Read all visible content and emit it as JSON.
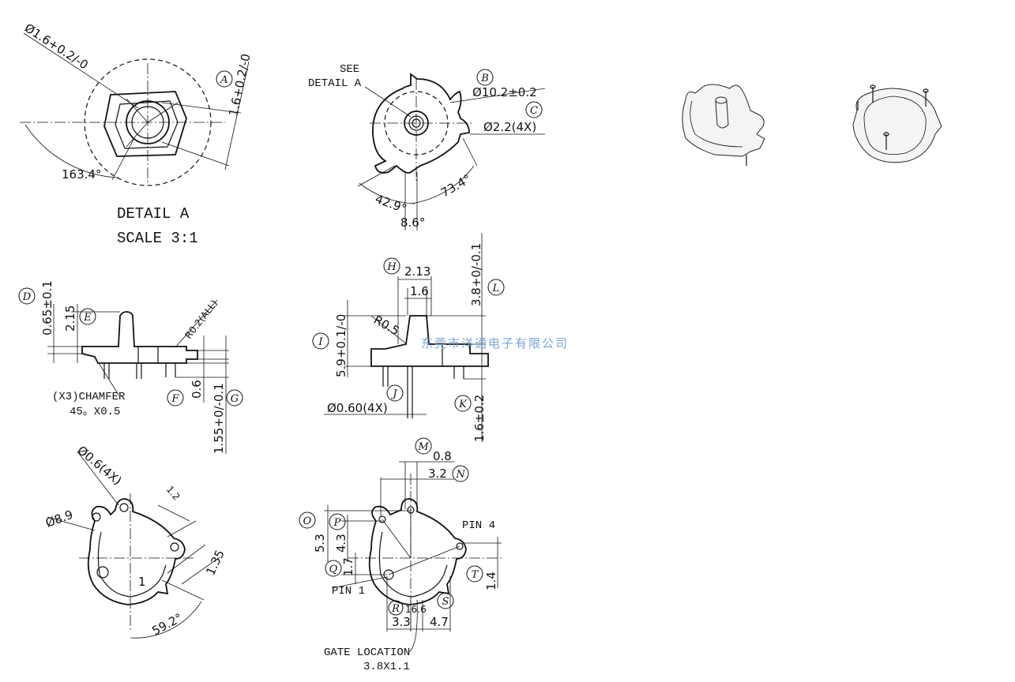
{
  "detail_a": {
    "title": "DETAIL A",
    "scale": "SCALE  3:1",
    "dim_dia": "Ø1.6+0.2/-0",
    "dim_len": "1.6+0.2/-0",
    "dim_angle": "163.4°",
    "callout": "A"
  },
  "top_view": {
    "see_detail": "SEE",
    "see_detail_a": "DETAIL A",
    "dim_b": "Ø10.2±0.2",
    "dim_c": "Ø2.2(4X)",
    "angle_1": "42.9°",
    "angle_2": "73.4°",
    "angle_3": "8.6°",
    "callout_b": "B",
    "callout_c": "C"
  },
  "side_view_left": {
    "dim_d": "0.65±0.1",
    "dim_e": "2.15",
    "radius": "R0.2(ALL)",
    "chamfer_1": "(X3)CHAMFER",
    "chamfer_2": "45。X0.5",
    "dim_f": "0.6",
    "dim_g": "1.55+0/-0.1",
    "callout_d": "D",
    "callout_e": "E",
    "callout_f": "F",
    "callout_g": "G"
  },
  "side_view_right": {
    "dim_h": "2.13",
    "dim_h2": "1.6",
    "dim_l": "3.8+0/-0.1",
    "radius": "R0.5",
    "dim_i": "5.9+0.1/-0",
    "dim_j": "Ø0.60(4X)",
    "dim_k": "1.6±0.2",
    "callout_h": "H",
    "callout_i": "I",
    "callout_j": "J",
    "callout_k": "K",
    "callout_l": "L"
  },
  "bottom_left": {
    "dim_pin": "Ø0.6(4X)",
    "dim_dia": "Ø8.9",
    "dim_1_2": "1.2",
    "dim_1_35": "1.35",
    "dim_1": "1",
    "angle": "59.2°"
  },
  "bottom_right": {
    "dim_m": "0.8",
    "dim_n": "3.2",
    "dim_o": "5.3",
    "dim_p": "4.3",
    "dim_q": "1.7",
    "dim_t": "1.4",
    "pin4": "PIN 4",
    "pin1": "PIN 1",
    "dim_r": "3.3",
    "dim_r_small": "16.6",
    "dim_s": "4.7",
    "gate_1": "GATE LOCATION",
    "gate_2": "3.8X1.1",
    "callout_m": "M",
    "callout_n": "N",
    "callout_o": "O",
    "callout_p": "P",
    "callout_q": "Q",
    "callout_r": "R",
    "callout_s": "S",
    "callout_t": "T"
  },
  "watermark": "东莞市洋通电子有限公司"
}
